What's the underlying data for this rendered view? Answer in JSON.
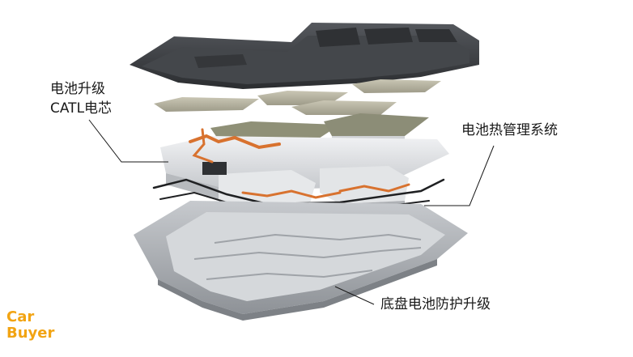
{
  "labels": {
    "cell_upgrade_line1": "电池升级",
    "cell_upgrade_line2": "CATL电芯",
    "thermal_management": "电池热管理系统",
    "base_protection": "底盘电池防护升级"
  },
  "logo": {
    "line1": "Car",
    "line2": "Buyer",
    "color": "#f2a413"
  },
  "colors": {
    "lid": "#3a3c40",
    "cells": "#d9dbde",
    "cooling_pipes": "#d8722f",
    "tray": "#a9adb2",
    "leader_line": "#1a1a1a"
  }
}
